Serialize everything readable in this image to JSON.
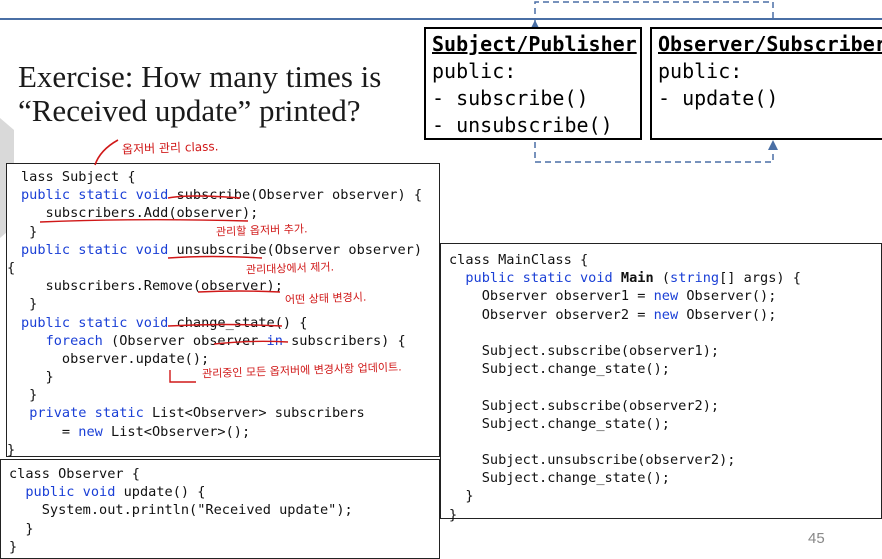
{
  "slide": {
    "title_line1": "Exercise: How many times is",
    "title_line2": "“Received update” printed?",
    "page_number": "45"
  },
  "subject_box": {
    "header": "Subject/Publisher",
    "lines": [
      "public:",
      "- subscribe()",
      "- unsubscribe()"
    ]
  },
  "observer_box": {
    "header": "Observer/Subscriber",
    "lines": [
      "public:",
      "- update()"
    ]
  },
  "subject_code": [
    "lass Subject {",
    " public static void subscribe(Observer observer) {",
    "   subscribers.Add(observer);",
    " }",
    " public static void unsubscribe(Observer observer)",
    "{",
    "   subscribers.Remove(observer);",
    " }",
    " public static void change_state() {",
    "   foreach (Observer observer in subscribers) {",
    "     observer.update();",
    "   }",
    " }",
    " private static List<Observer> subscribers",
    "     = new List<Observer>();",
    "}"
  ],
  "observer_code": [
    "class Observer {",
    "  public void update() {",
    "    System.out.println(\"Received update\");",
    "  }",
    "}"
  ],
  "main_code": [
    "class MainClass {",
    "  public static void Main (string[] args) {",
    "    Observer observer1 = new Observer();",
    "    Observer observer2 = new Observer();",
    "",
    "    Subject.subscribe(observer1);",
    "    Subject.change_state();",
    "",
    "    Subject.subscribe(observer2);",
    "    Subject.change_state();",
    "",
    "    Subject.unsubscribe(observer2);",
    "    Subject.change_state();",
    "  }",
    "}"
  ],
  "annotations": {
    "a1": "옵저버 관리 class.",
    "a2": "관리할 옵저버 추가.",
    "a3": "관리대상에서 제거.",
    "a4": "어떤 상태 변경시.",
    "a5": "관리중인 모든 옵저버에 변경사항 업데이트."
  },
  "colors": {
    "keyword": "#1a3fd6",
    "annotation": "#d01818",
    "arrow": "#4a6fa5"
  }
}
